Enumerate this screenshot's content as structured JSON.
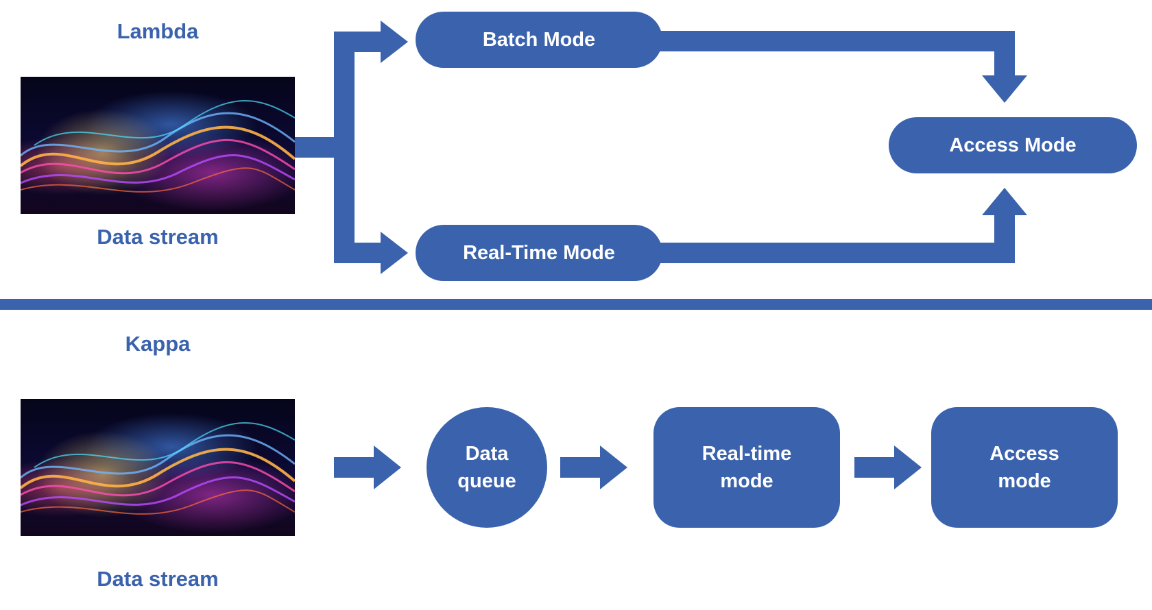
{
  "colors": {
    "accent": "#3a62ad",
    "background": "#ffffff"
  },
  "lambda": {
    "title": "Lambda",
    "image_caption": "Data stream",
    "batch_mode": "Batch Mode",
    "realtime_mode": "Real-Time Mode",
    "access_mode": "Access Mode"
  },
  "kappa": {
    "title": "Kappa",
    "image_caption": "Data stream",
    "data_queue": "Data\nqueue",
    "realtime_mode": "Real-time\nmode",
    "access_mode": "Access\nmode"
  }
}
